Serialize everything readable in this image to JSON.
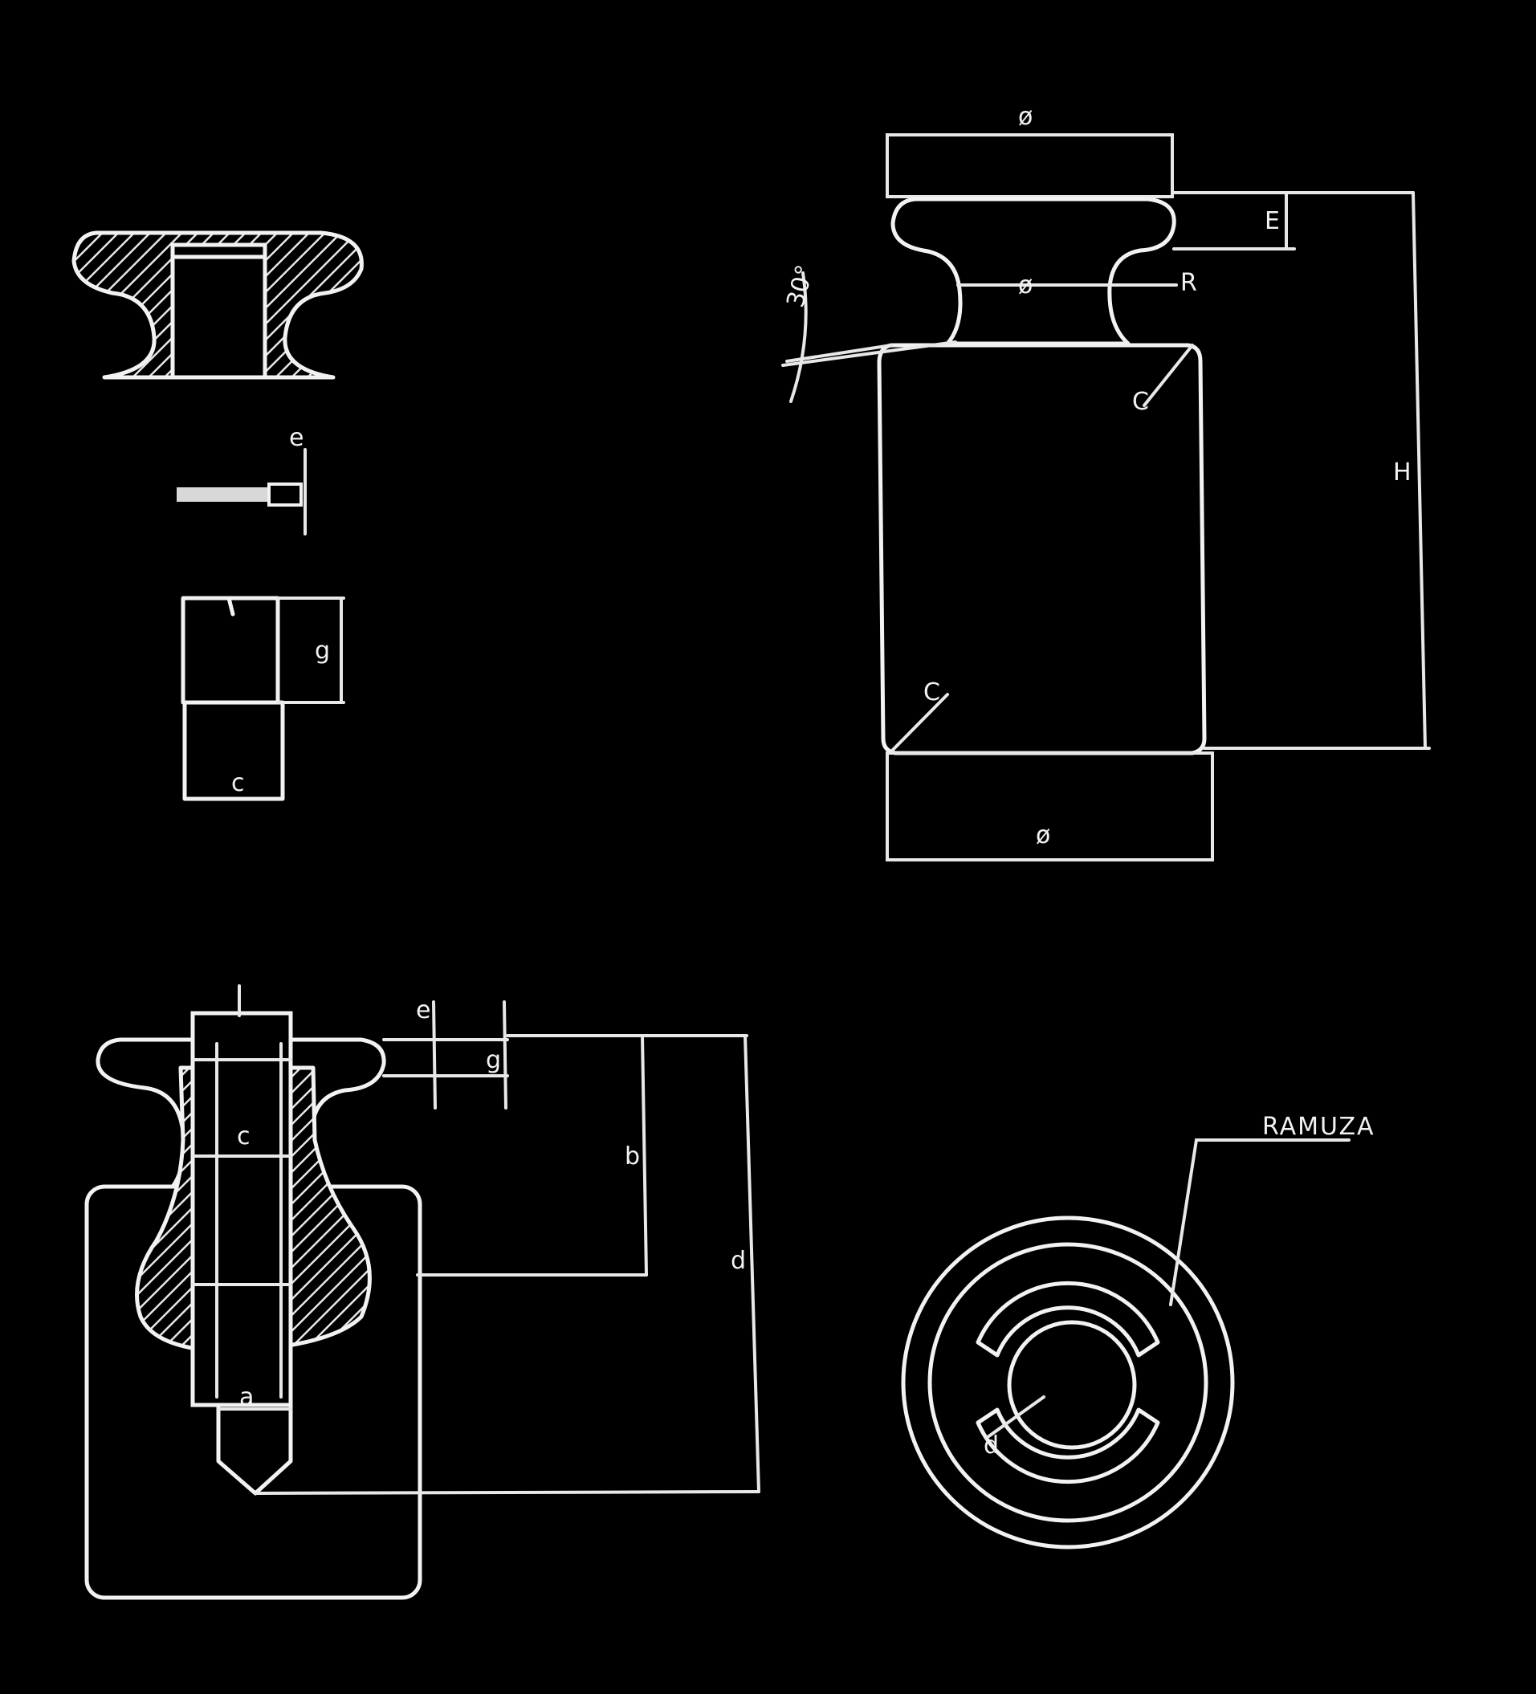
{
  "colors": {
    "background": "#000000",
    "line": "#f2f2f2"
  },
  "labels": {
    "top_right_top_width": "ø",
    "top_right_height_small": "E",
    "top_right_neck": "ø",
    "top_right_radius": "R",
    "top_right_angle": "30°",
    "top_right_chamfer_top": "C",
    "top_right_total_height": "H",
    "top_right_chamfer_bottom": "C",
    "top_right_base_width": "ø",
    "top_left_dim_e": "e",
    "top_left_dim_g": "g",
    "top_left_dim_c": "c",
    "bottom_left_dim_e": "e",
    "bottom_left_dim_g": "g",
    "bottom_left_dim_c": "c",
    "bottom_left_dim_b": "b",
    "bottom_left_dim_d": "d",
    "bottom_left_dim_a": "a",
    "bottom_right_callout": "RAMUZA",
    "bottom_right_dim_d": "d"
  }
}
